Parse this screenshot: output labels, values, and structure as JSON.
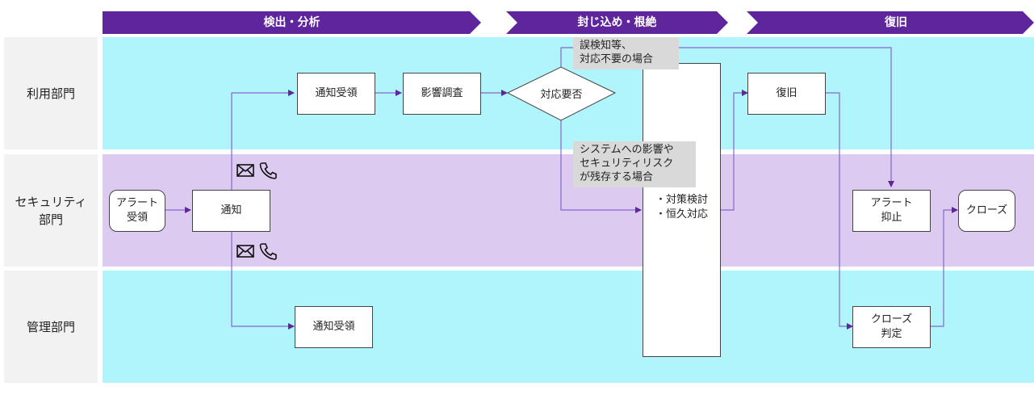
{
  "colors": {
    "phase": "#5e259c",
    "lane_cyan": "#b0f4fc",
    "lane_purple": "#dccaf0",
    "lane_label_bg": "#f2f2f2",
    "connector": "#8866cc",
    "arrowhead": "#5e259c",
    "note_bg": "#d9d9d9"
  },
  "phases": [
    {
      "label": "検出・分析"
    },
    {
      "label": "封じ込め・根絶"
    },
    {
      "label": "復旧"
    }
  ],
  "lanes": [
    {
      "label": "利用部門"
    },
    {
      "label": "セキュリティ\n部門"
    },
    {
      "label": "管理部門"
    }
  ],
  "nodes": {
    "alert_receipt": "アラート\n受領",
    "notify": "通知",
    "user_notice_receipt": "通知受領",
    "impact_investigation": "影響調査",
    "response_needed": "対応要否",
    "admin_notice_receipt": "通知受領",
    "countermeasures": "・対策検討\n・恒久対応",
    "recovery": "復旧",
    "alert_suppression": "アラート\n抑止",
    "close_judgement": "クローズ\n判定",
    "close": "クローズ"
  },
  "notes": {
    "no_response": "誤検知等、\n対応不要の場合",
    "risk_remaining": "システムへの影響や\nセキュリティリスク\nが残存する場合"
  },
  "icons": {
    "upper": [
      "mail-icon",
      "phone-icon"
    ],
    "lower": [
      "mail-icon",
      "phone-icon"
    ]
  }
}
